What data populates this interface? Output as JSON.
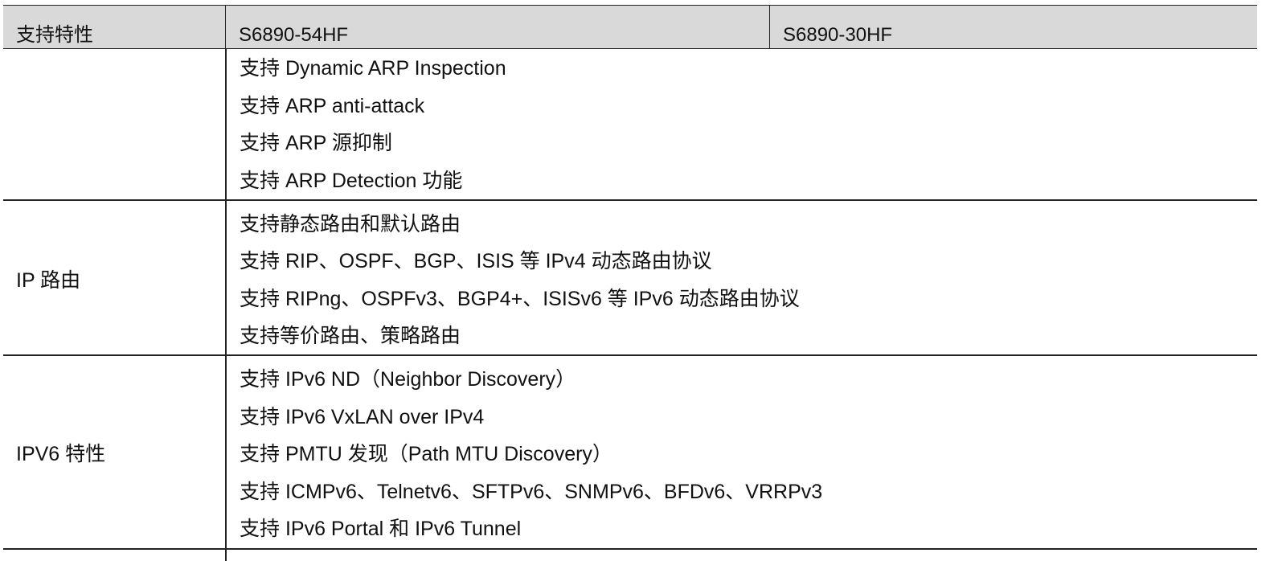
{
  "header": {
    "feature": "支持特性",
    "model_1": "S6890-54HF",
    "model_2": "S6890-30HF"
  },
  "rows": [
    {
      "feature": "",
      "items": [
        "支持 Dynamic ARP Inspection",
        "支持 ARP anti-attack",
        "支持 ARP 源抑制",
        "支持 ARP Detection 功能"
      ]
    },
    {
      "feature": "IP 路由",
      "items": [
        "支持静态路由和默认路由",
        "支持 RIP、OSPF、BGP、ISIS 等 IPv4 动态路由协议",
        "支持 RIPng、OSPFv3、BGP4+、ISISv6 等 IPv6 动态路由协议",
        "支持等价路由、策略路由"
      ]
    },
    {
      "feature": "IPV6 特性",
      "items": [
        "支持 IPv6 ND（Neighbor Discovery）",
        "支持 IPv6 VxLAN over IPv4",
        "支持 PMTU 发现（Path MTU Discovery）",
        "支持 ICMPv6、Telnetv6、SFTPv6、SNMPv6、BFDv6、VRRPv3",
        "支持 IPv6 Portal 和 IPv6 Tunnel"
      ]
    }
  ]
}
